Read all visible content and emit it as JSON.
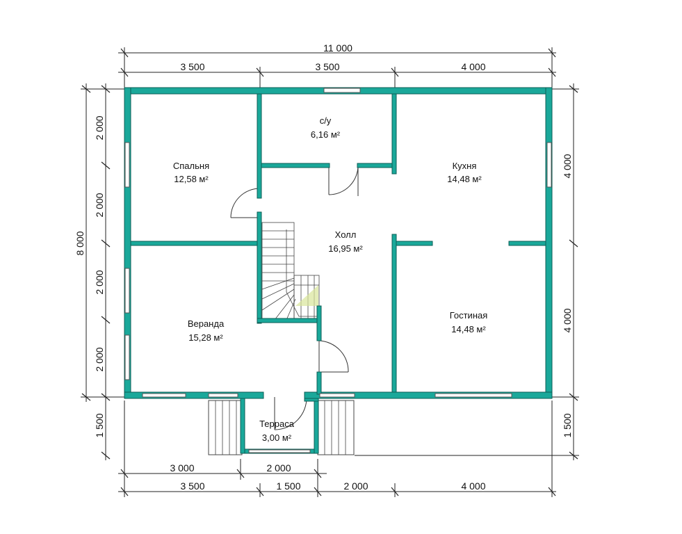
{
  "dimensions": {
    "top_total": "11 000",
    "top_segments": [
      "3 500",
      "3 500",
      "4 000"
    ],
    "left_total": "8 000",
    "left_segments": [
      "2 000",
      "2 000",
      "2 000",
      "2 000",
      "1 500"
    ],
    "right_segments": [
      "4 000",
      "4 000",
      "1 500"
    ],
    "bottom_row1": [
      "3 000",
      "2 000"
    ],
    "bottom_row2": [
      "3 500",
      "1 500",
      "2 000",
      "4 000"
    ]
  },
  "rooms": [
    {
      "name": "Спальня",
      "area": "12,58 м²"
    },
    {
      "name": "с/у",
      "area": "6,16 м²"
    },
    {
      "name": "Кухня",
      "area": "14,48 м²"
    },
    {
      "name": "Холл",
      "area": "16,95 м²"
    },
    {
      "name": "Веранда",
      "area": "15,28 м²"
    },
    {
      "name": "Гостиная",
      "area": "14,48 м²"
    },
    {
      "name": "Терраса",
      "area": "3,00 м²"
    }
  ],
  "colors": {
    "wall": "#1aa89a",
    "line": "#222222"
  }
}
